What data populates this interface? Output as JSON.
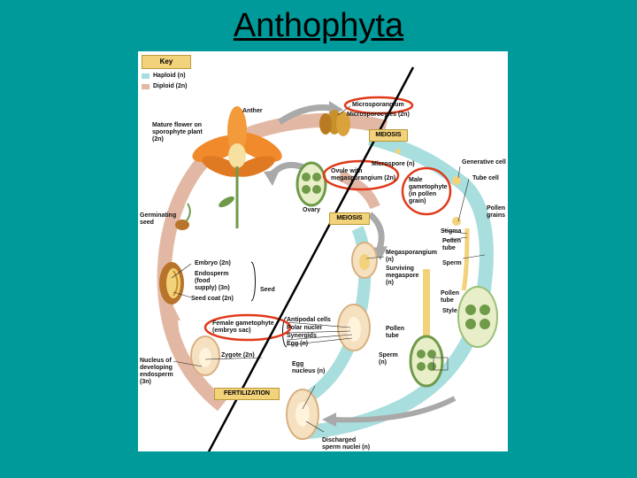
{
  "title": "Anthophyta",
  "key": {
    "heading": "Key",
    "haploid": "Haploid (n)",
    "diploid": "Diploid (2n)",
    "haploid_color": "#a8dedd",
    "diploid_color": "#e2b8a4"
  },
  "labels": {
    "mature_flower": "Mature flower on\nsporophyte plant\n(2n)",
    "anther": "Anther",
    "microsporangium": "Microsporangium",
    "microsporocytes": "Microsporocytes (2n)",
    "meiosis_top": "MEIOSIS",
    "generative_cell": "Generative cell",
    "microspore": "Microspore (n)",
    "ovule": "Ovule with\nmegasporangium (2n)",
    "male_gametophyte": "Male\ngametophyte\n(in pollen\ngrain)",
    "tube_cell": "Tube cell",
    "ovary": "Ovary",
    "meiosis_mid": "MEIOSIS",
    "pollen_grains": "Pollen\ngrains",
    "germinating_seed": "Germinating\nseed",
    "stigma": "Stigma",
    "pollen_tube_top": "Pollen\ntube",
    "sperm_top": "Sperm",
    "megasporangium": "Megasporangium\n(n)",
    "surviving_megaspore": "Surviving\nmegaspore\n(n)",
    "embryo": "Embryo (2n)",
    "endosperm": "Endosperm\n(food\nsupply) (3n)",
    "seed_coat": "Seed coat (2n)",
    "seed": "Seed",
    "pollen_tube_right": "Pollen\ntube",
    "style": "Style",
    "female_gametophyte": "Female gametophyte\n(embryo sac)",
    "antipodal": "Antipodal cells",
    "polar": "Polar nuclei",
    "synergids": "Synergids",
    "egg": "Egg (n)",
    "pollen_tube_mid": "Pollen\ntube",
    "nucleus_endosperm": "Nucleus of\ndeveloping\nendosperm\n(3n)",
    "zygote": "Zygote (2n)",
    "sperm_mid": "Sperm\n(n)",
    "egg_nucleus": "Egg\nnucleus (n)",
    "fertilization": "FERTILIZATION",
    "discharged": "Discharged\nsperm nuclei (n)"
  },
  "colors": {
    "background": "#009a9a",
    "annotation_red": "#e03a1a",
    "petal": "#f08a2a",
    "flower_center": "#f7e0a0",
    "seed_brown": "#b8742a",
    "ovule_green": "#6f9a4a"
  }
}
